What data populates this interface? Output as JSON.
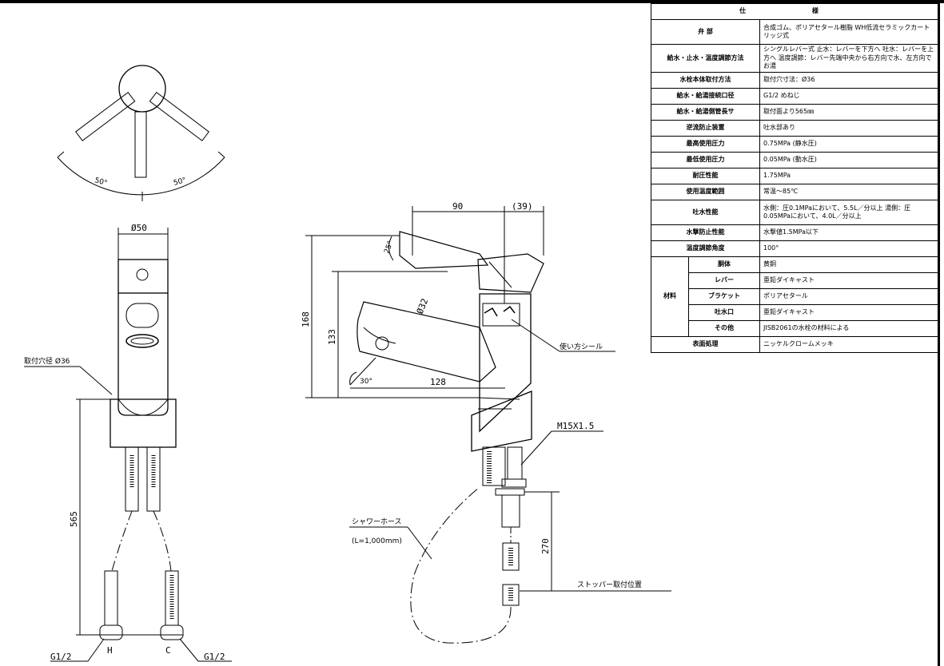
{
  "spec_table": {
    "title": "仕 様",
    "rows": [
      {
        "label": "弁 部",
        "value": "合成ゴム、ポリアセタール樹脂 WH低流セラミックカートリッジ式"
      },
      {
        "label": "給水・止水・温度調節方法",
        "value": "シングルレバー式 止水：レバーを下方へ 吐水：レバーを上方へ 温度調節：レバー先端中央から右方向で水、左方向でお湯"
      },
      {
        "label": "水栓本体取付方法",
        "value": "取付穴寸法：Ø36"
      },
      {
        "label": "給水・給湯接続口径",
        "value": "G1/2 めねじ"
      },
      {
        "label": "給水・給湯側管長サ",
        "value": "取付面より565㎜"
      },
      {
        "label": "逆流防止装置",
        "value": "吐水部あり"
      },
      {
        "label": "最高使用圧力",
        "value": "0.75MPa (静水圧)"
      },
      {
        "label": "最低使用圧力",
        "value": "0.05MPa (動水圧)"
      },
      {
        "label": "耐圧性能",
        "value": "1.75MPa"
      },
      {
        "label": "使用温度範囲",
        "value": "常温～85℃"
      },
      {
        "label": "吐水性能",
        "value": "水側：圧0.1MPaにおいて、5.5L／分以上 湯側：圧0.05MPaにおいて、4.0L／分以上"
      },
      {
        "label": "水撃防止性能",
        "value": "水撃値1.5MPa以下"
      },
      {
        "label": "温度調節角度",
        "value": "100°"
      }
    ],
    "material_label": "材料",
    "materials": [
      {
        "part": "胴体",
        "value": "黄銅"
      },
      {
        "part": "レバー",
        "value": "亜鉛ダイキャスト"
      },
      {
        "part": "ブラケット",
        "value": "ポリアセタール"
      },
      {
        "part": "吐水口",
        "value": "亜鉛ダイキャスト"
      },
      {
        "part": "その他",
        "value": "JISB2061の水栓の材料による"
      }
    ],
    "finish": {
      "label": "表面処理",
      "value": "ニッケルクロームメッキ"
    }
  },
  "top_view": {
    "angle_left": "50°",
    "angle_right": "50°"
  },
  "front_view": {
    "diameter_top": "Ø50",
    "mount_hole": "取付穴径 Ø36",
    "length_565": "565",
    "hot": "H",
    "cold": "C",
    "thread_left": "G1/2",
    "thread_right": "G1/2"
  },
  "side_view": {
    "dim_90": "90",
    "dim_39": "(39)",
    "dim_168": "168",
    "dim_133": "133",
    "dim_128": "128",
    "angle_25": "25°",
    "angle_30": "30°",
    "dia_32": "Ø32",
    "label_seal": "使い方シール",
    "thread": "M15X1.5",
    "hose_label": "シャワーホース",
    "hose_length": "(L=1,000mm)",
    "dim_270": "270",
    "stopper": "ストッパー取付位置"
  }
}
